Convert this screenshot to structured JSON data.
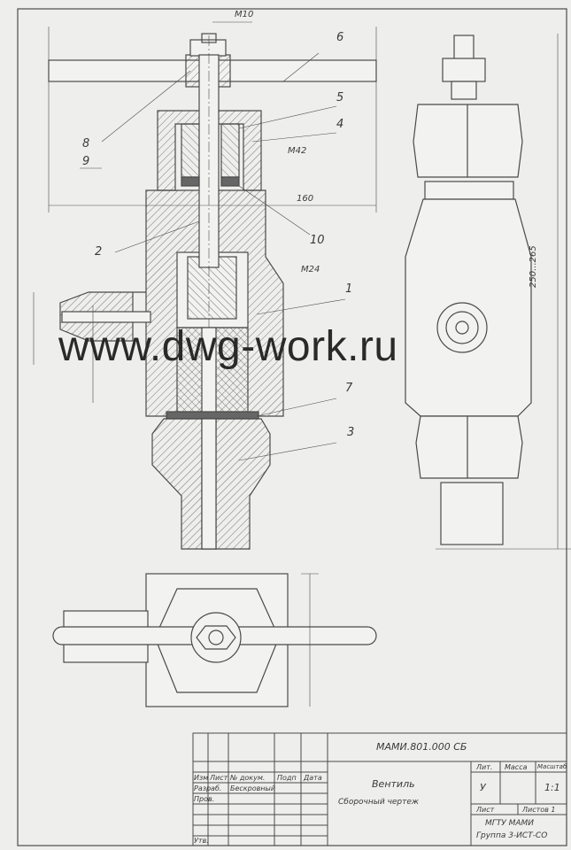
{
  "watermark": "www.dwg-work.ru",
  "dimensions": {
    "m10": "M10",
    "m42": "M42",
    "m24": "M24",
    "width_160": "160",
    "height_range": "250...265"
  },
  "part_numbers": [
    "1",
    "2",
    "3",
    "4",
    "5",
    "6",
    "7",
    "8",
    "9",
    "10"
  ],
  "title_block": {
    "designation": "МАМИ.801.000 СБ",
    "name": "Вентиль",
    "doc_type": "Сборочный чертеж",
    "col_izm": "Изм",
    "col_list": "Лист",
    "col_ndoc": "№ докум.",
    "col_podp": "Подп",
    "col_data": "Дата",
    "razrab": "Разраб.",
    "author": "Бескровный",
    "prov": "Пров.",
    "utv": "Утв.",
    "lit": "Лит.",
    "massa": "Масса",
    "masshtab": "Масштаб",
    "lit_value": "У",
    "scale_value": "1:1",
    "sheet": "Лист",
    "sheets": "Листов 1",
    "org": "МГТУ МАМИ",
    "group": "Группа 3-ИСТ-СО"
  },
  "colors": {
    "line": "#4a4a4a",
    "paper": "#eeeeec",
    "text": "#3a3a3a"
  }
}
